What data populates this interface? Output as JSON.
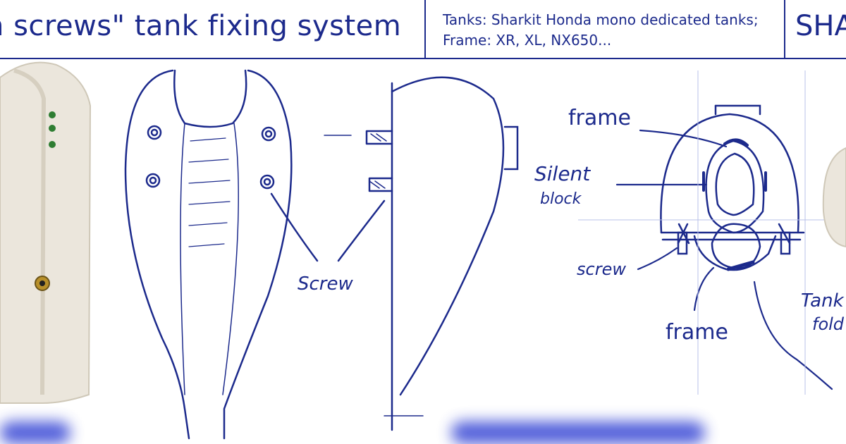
{
  "header": {
    "title": "n screws\" tank fixing system",
    "info_line1": "Tanks: Sharkit  Honda mono dedicated tanks;",
    "info_line2": "Frame: XR, XL, NX650...",
    "brand": "SHA"
  },
  "labels": {
    "screw_front": "Screw",
    "frame_top": "frame",
    "silent": "Silent",
    "block": "block",
    "screw_section": "screw",
    "frame_bottom": "frame",
    "tank_1": "Tank",
    "tank_2": "fold"
  },
  "colors": {
    "ink": "#1c2a8c",
    "paper": "#ffffff",
    "fiberglass": "#e9e5dc",
    "glow": "#3444d4"
  }
}
